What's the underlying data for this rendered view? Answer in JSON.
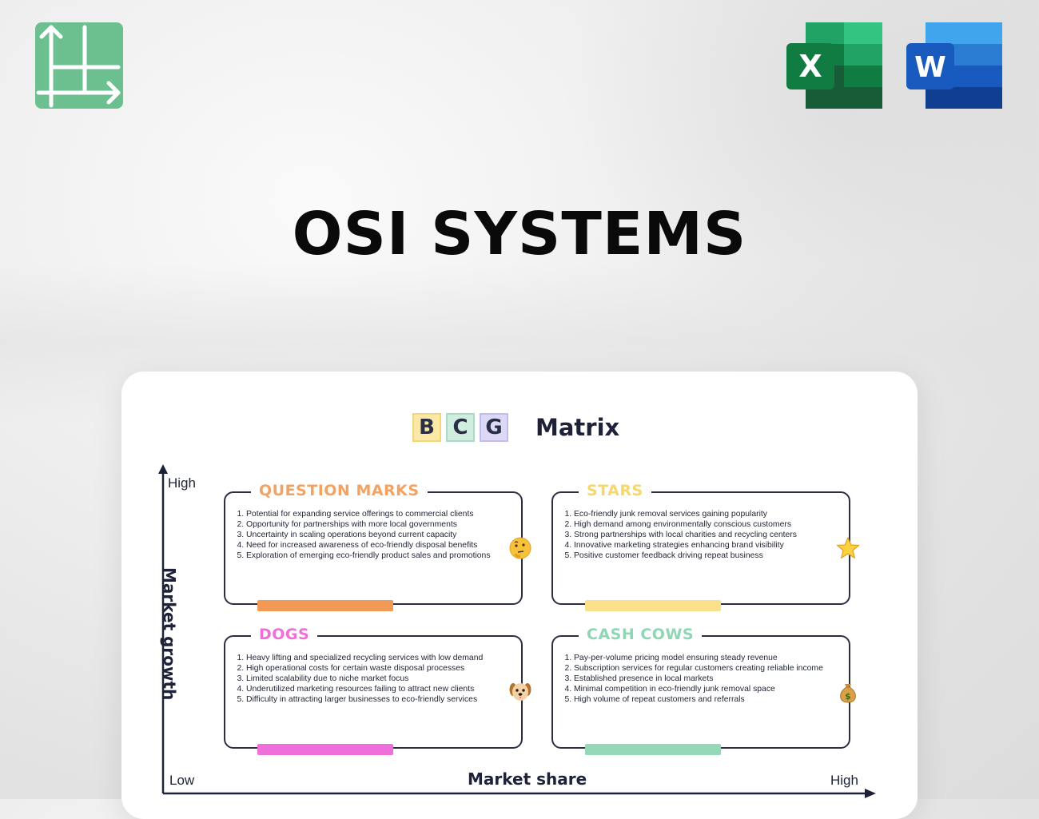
{
  "header": {
    "title": "OSI SYSTEMS",
    "logo_icon": "grid-arrows-icon",
    "app_icons": [
      "excel-icon",
      "word-icon"
    ],
    "excel_letter": "X",
    "word_letter": "W"
  },
  "matrix": {
    "letters": [
      "B",
      "C",
      "G"
    ],
    "word": "Matrix",
    "y_axis": {
      "title": "Market growth",
      "high": "High",
      "low": "Low"
    },
    "x_axis": {
      "title": "Market share",
      "high": "High"
    },
    "quadrants": {
      "question_marks": {
        "title": "QUESTION MARKS",
        "color": "#f4a261",
        "bar_color": "#f29a55",
        "emoji": "thinking-face-icon",
        "items": [
          "Potential for expanding service offerings to commercial clients",
          "Opportunity for partnerships with more local governments",
          "Uncertainty in scaling operations beyond current capacity",
          "Need for increased awareness of eco-friendly disposal benefits",
          "Exploration of emerging eco-friendly product sales and promotions"
        ]
      },
      "stars": {
        "title": "STARS",
        "color": "#f5d76e",
        "bar_color": "#f8e18a",
        "emoji": "star-icon",
        "items": [
          "Eco-friendly junk removal services gaining popularity",
          "High demand among environmentally conscious customers",
          "Strong partnerships with local charities and recycling centers",
          "Innovative marketing strategies enhancing brand visibility",
          "Positive customer feedback driving repeat business"
        ]
      },
      "dogs": {
        "title": "DOGS",
        "color": "#ef6fd8",
        "bar_color": "#ee6fdc",
        "emoji": "dog-face-icon",
        "items": [
          "Heavy lifting and specialized recycling services with low demand",
          "High operational costs for certain waste disposal processes",
          "Limited scalability due to niche market focus",
          "Underutilized marketing resources failing to attract new clients",
          "Difficulty in attracting larger businesses to eco-friendly services"
        ]
      },
      "cash_cows": {
        "title": "CASH COWS",
        "color": "#8fd6b5",
        "bar_color": "#95d8b8",
        "emoji": "money-bag-icon",
        "items": [
          "Pay-per-volume pricing model ensuring steady revenue",
          "Subscription services for regular customers creating reliable income",
          "Established presence in local markets",
          "Minimal competition in eco-friendly junk removal space",
          "High volume of repeat customers and referrals"
        ]
      }
    }
  }
}
